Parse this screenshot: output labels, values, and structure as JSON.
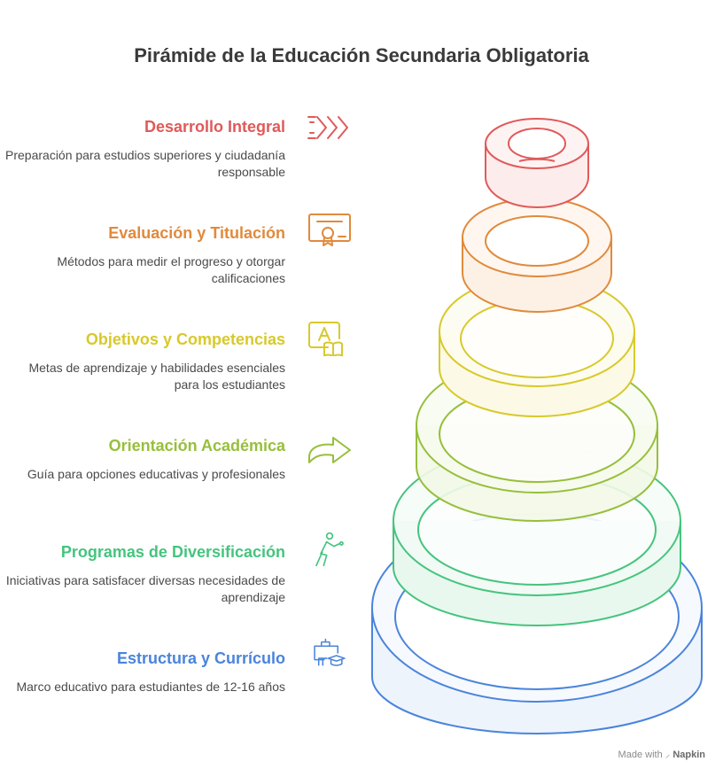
{
  "title": "Pirámide de la Educación Secundaria Obligatoria",
  "items": [
    {
      "heading": "Desarrollo Integral",
      "description": "Preparación para estudios superiores y ciudadanía responsable",
      "color": "#e05a5a",
      "fill": "#fdecec",
      "icon": "chevrons-right-icon"
    },
    {
      "heading": "Evaluación y Titulación",
      "description": "Métodos para medir el progreso y otorgar calificaciones",
      "color": "#e08a3c",
      "fill": "#fdf1e6",
      "icon": "certificate-icon"
    },
    {
      "heading": "Objetivos y Competencias",
      "description": "Metas de aprendizaje y habilidades esenciales para los estudiantes",
      "color": "#d8c92a",
      "fill": "#fcfae6",
      "icon": "book-letter-icon"
    },
    {
      "heading": "Orientación Académica",
      "description": "Guía para opciones educativas y profesionales",
      "color": "#97bf3c",
      "fill": "#f3f8e7",
      "icon": "curved-arrow-icon"
    },
    {
      "heading": "Programas de Diversificación",
      "description": "Iniciativas para satisfacer diversas necesidades de aprendizaje",
      "color": "#45c47e",
      "fill": "#e9f8ef",
      "icon": "person-icon"
    },
    {
      "heading": "Estructura y Currículo",
      "description": "Marco educativo para estudiantes de 12-16 años",
      "color": "#4a84dc",
      "fill": "#eef4fc",
      "icon": "graduation-cap-icon"
    }
  ],
  "footer": {
    "prefix": "Made with",
    "brand": "Napkin"
  }
}
